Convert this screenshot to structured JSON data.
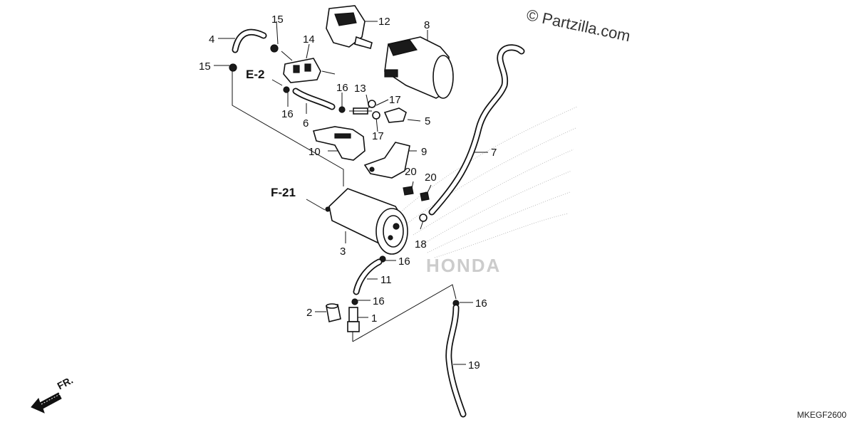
{
  "copyright": "© Partzilla.com",
  "diagram_code": "MKEGF2600",
  "front_label": "FR.",
  "watermark_text": "HONDA",
  "refs": {
    "e2": "E-2",
    "f21": "F-21"
  },
  "callouts": {
    "c1": "1",
    "c2": "2",
    "c3": "3",
    "c4": "4",
    "c5": "5",
    "c6": "6",
    "c7": "7",
    "c8": "8",
    "c9": "9",
    "c10": "10",
    "c11": "11",
    "c12": "12",
    "c13": "13",
    "c14": "14",
    "c15a": "15",
    "c15b": "15",
    "c16a": "16",
    "c16b": "16",
    "c16c": "16",
    "c16d": "16",
    "c16e": "16",
    "c17a": "17",
    "c17b": "17",
    "c18": "18",
    "c19": "19",
    "c20a": "20",
    "c20b": "20"
  }
}
